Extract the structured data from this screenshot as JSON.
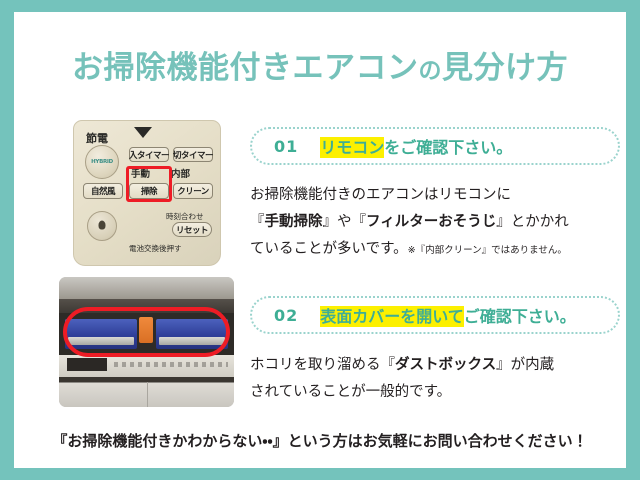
{
  "theme": {
    "frame_color": "#74c3bc",
    "panel_color": "#ffffff",
    "title_color": "#76c2ba",
    "section_accent": "#3eae95",
    "highlight_color": "#fcf000",
    "marker_red": "#ee1c25",
    "body_text_color": "#231f20"
  },
  "title": {
    "main_1": "お掃除機能付きエアコン",
    "small": "の",
    "main_2": "見分け方"
  },
  "sections": [
    {
      "number": "01",
      "title_highlight": "リモコン",
      "title_rest": "をご確認下さい。",
      "body_line1": "お掃除機能付きのエアコンはリモコンに",
      "body_line2_open": "『",
      "body_line2_bold1": "手動掃除",
      "body_line2_mid": "』や『",
      "body_line2_bold2": "フィルターおそうじ",
      "body_line2_end": "』とかかれ",
      "body_line3": "ていることが多いです。",
      "note": "※『内部クリーン』ではありません。"
    },
    {
      "number": "02",
      "title_highlight": "表面カバーを開いて",
      "title_rest": "ご確認下さい。",
      "body_line1_open": "ホコリを取り溜める『",
      "body_line1_bold": "ダストボックス",
      "body_line1_end": "』が内蔵",
      "body_line2": "されていることが一般的です。"
    }
  ],
  "photos": {
    "remote": {
      "caption_label": "air-conditioner-remote-control",
      "labels": {
        "setsuden": "節電",
        "hybrid_dial": "HYBRID",
        "iri_timer": "入タイマー",
        "kiri_timer": "切タイマー",
        "shudou": "手動",
        "souji": "掃除",
        "naibu": "内部",
        "clean": "クリーン",
        "shizenfu": "自然風",
        "jikoku": "時刻合わせ",
        "reset": "リセット",
        "denchi": "電池交換後押す"
      }
    },
    "ac_unit": {
      "caption_label": "air-conditioner-open-front-cover"
    }
  },
  "footer": {
    "text": "『お掃除機能付きかわからない・・』という方はお気軽にお問い合わせください！"
  }
}
